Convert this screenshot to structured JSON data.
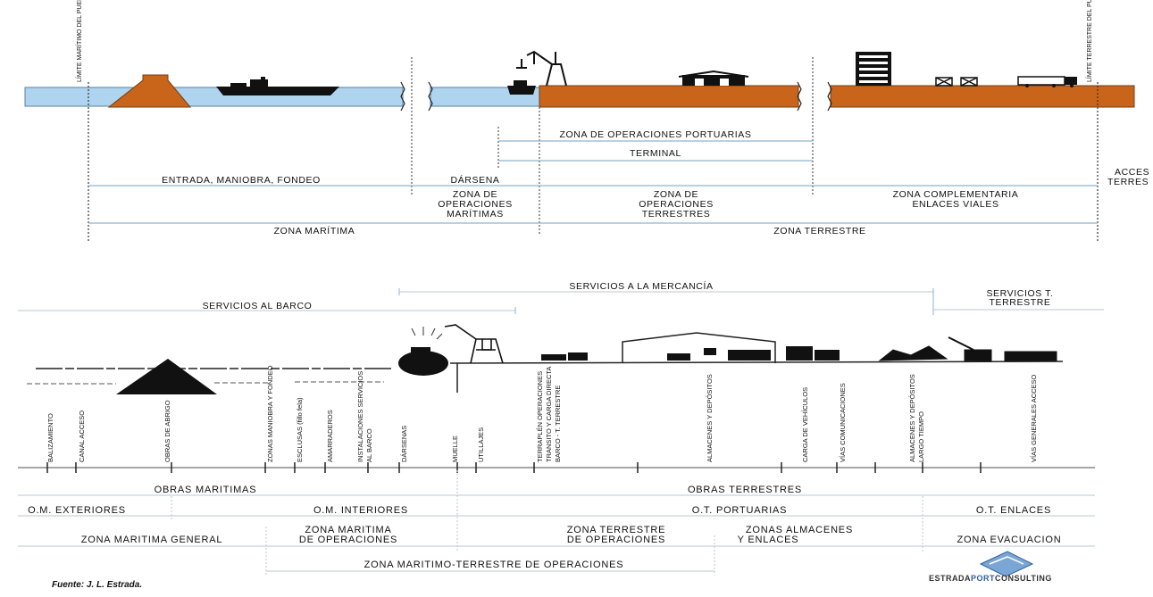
{
  "top_diagram": {
    "limit_maritime": "LÍMITE MARÍTIMO DEL PUERTO",
    "limit_terrestrial": "LÍMITE TERRESTRE DEL PUERTO",
    "zona_operaciones_portuarias": "ZONA DE OPERACIONES PORTUARIAS",
    "terminal": "TERMINAL",
    "entrada": "ENTRADA, MANIOBRA, FONDEO",
    "darsena": "DÁRSENA",
    "acces_l1": "ACCES",
    "acces_l2": "TERRES",
    "zona_op_maritimas_l1": "ZONA DE",
    "zona_op_maritimas_l2": "OPERACIONES",
    "zona_op_maritimas_l3": "MARÍTIMAS",
    "zona_op_terrestres_l1": "ZONA DE",
    "zona_op_terrestres_l2": "OPERACIONES",
    "zona_op_terrestres_l3": "TERRESTRES",
    "zona_complementaria_l1": "ZONA COMPLEMENTARIA",
    "zona_complementaria_l2": "ENLACES VIALES",
    "zona_maritima": "ZONA MARÍTIMA",
    "zona_terrestre": "ZONA TERRESTRE"
  },
  "bottom_diagram": {
    "servicios_mercancia": "SERVICIOS A LA MERCANCÍA",
    "servicios_barco": "SERVICIOS AL BARCO",
    "servicios_terrestre_l1": "SERVICIOS T.",
    "servicios_terrestre_l2": "TERRESTRE",
    "vertical_labels": [
      "BALIZAMIENTO",
      "CANAL ACCESO",
      "OBRAS DE ABRIGO",
      "ZONAS MANIOBRA Y FONDEO",
      "ESCLUSAS (fillo fela)",
      "AMARRADEROS",
      "INSTALACIONES SERVICIOS",
      "AL BARCO",
      "DÁRSENAS",
      "MUELLE",
      "UTILLAJES",
      "TERRAPLÉN OPERACIONES",
      "TRANSITO Y CARGA DIRECTA",
      "BARCO - T. TERRESTRE",
      "ALMACENES Y DEPÓSITOS",
      "CARGA DE VEHÍCULOS",
      "VÍAS COMUNICACIONES",
      "ALMACENES Y DEPÓSITOS",
      "LARGO TIEMPO",
      "VÍAS GENERALES ACCESO"
    ],
    "obras_maritimas": "OBRAS MARITIMAS",
    "obras_terrestres": "OBRAS TERRESTRES",
    "om_exteriores": "O.M.  EXTERIORES",
    "om_interiores": "O.M.  INTERIORES",
    "ot_portuarias": "O.T.  PORTUARIAS",
    "ot_enlaces": "O.T.  ENLACES",
    "zona_maritima_general": "ZONA MARITIMA GENERAL",
    "zona_maritima_op_l1": "ZONA MARITIMA",
    "zona_maritima_op_l2": "DE OPERACIONES",
    "zona_terrestre_op_l1": "ZONA TERRESTRE",
    "zona_terrestre_op_l2": "DE OPERACIONES",
    "zonas_almacenes_l1": "ZONAS ALMACENES",
    "zonas_almacenes_l2": "Y ENLACES",
    "zona_evacuacion": "ZONA EVACUACION",
    "zona_maritimo_terrestre": "ZONA MARITIMO-TERRESTRE DE OPERACIONES"
  },
  "footer": {
    "source": "Fuente: J. L. Estrada.",
    "logo_prefix": "ESTRADA",
    "logo_mid": "PORT",
    "logo_suffix": "CONSULTING"
  },
  "colors": {
    "water": "#aed4ef",
    "land": "#c8651b",
    "lines": "#8fb3cf"
  }
}
